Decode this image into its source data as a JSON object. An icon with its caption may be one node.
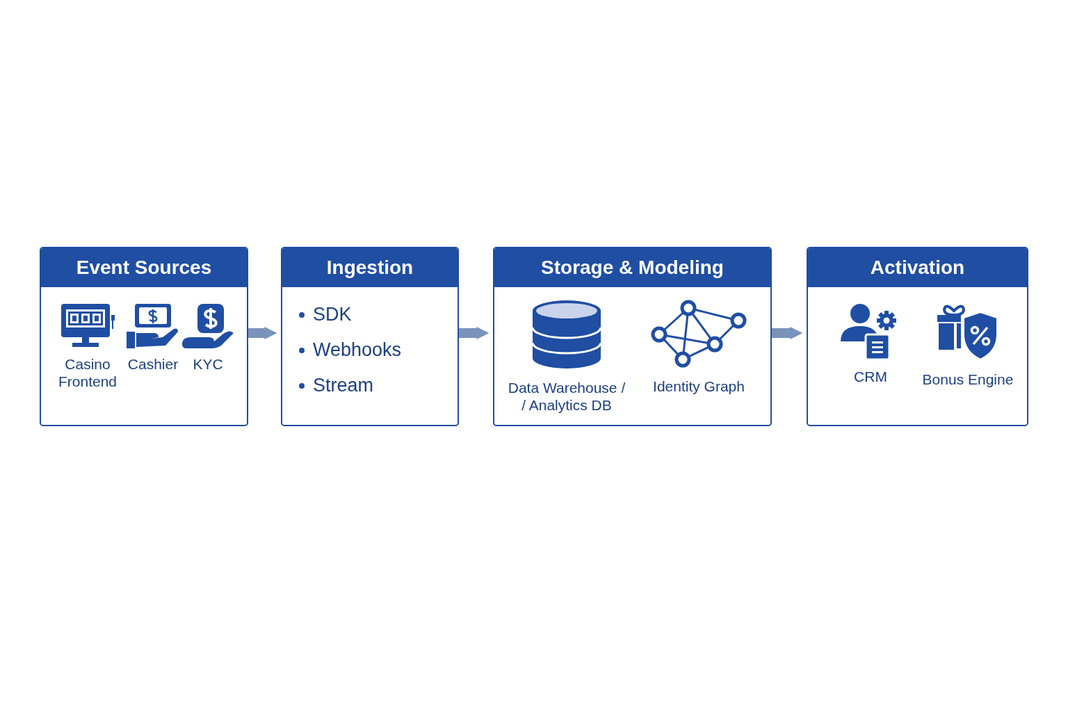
{
  "diagram": {
    "nodes": [
      {
        "text": [
          "Event Sources",
          "Casino Frontend",
          "Cashier",
          "KYC"
        ]
      },
      {
        "text": [
          "Ingestion",
          "SDK",
          "Webhooks",
          "Stream"
        ]
      },
      {
        "text": [
          "Storage & Modeling",
          "Data Warehouse / / Analytics DB",
          "Identity Graph"
        ]
      },
      {
        "text": [
          "Activation",
          "CRM",
          "Bonus Engine"
        ]
      }
    ],
    "edges": [
      {
        "from": 0,
        "to": 1,
        "arrow": "to"
      },
      {
        "from": 1,
        "to": 2,
        "arrow": "to"
      },
      {
        "from": 2,
        "to": 3,
        "arrow": "to"
      }
    ]
  }
}
